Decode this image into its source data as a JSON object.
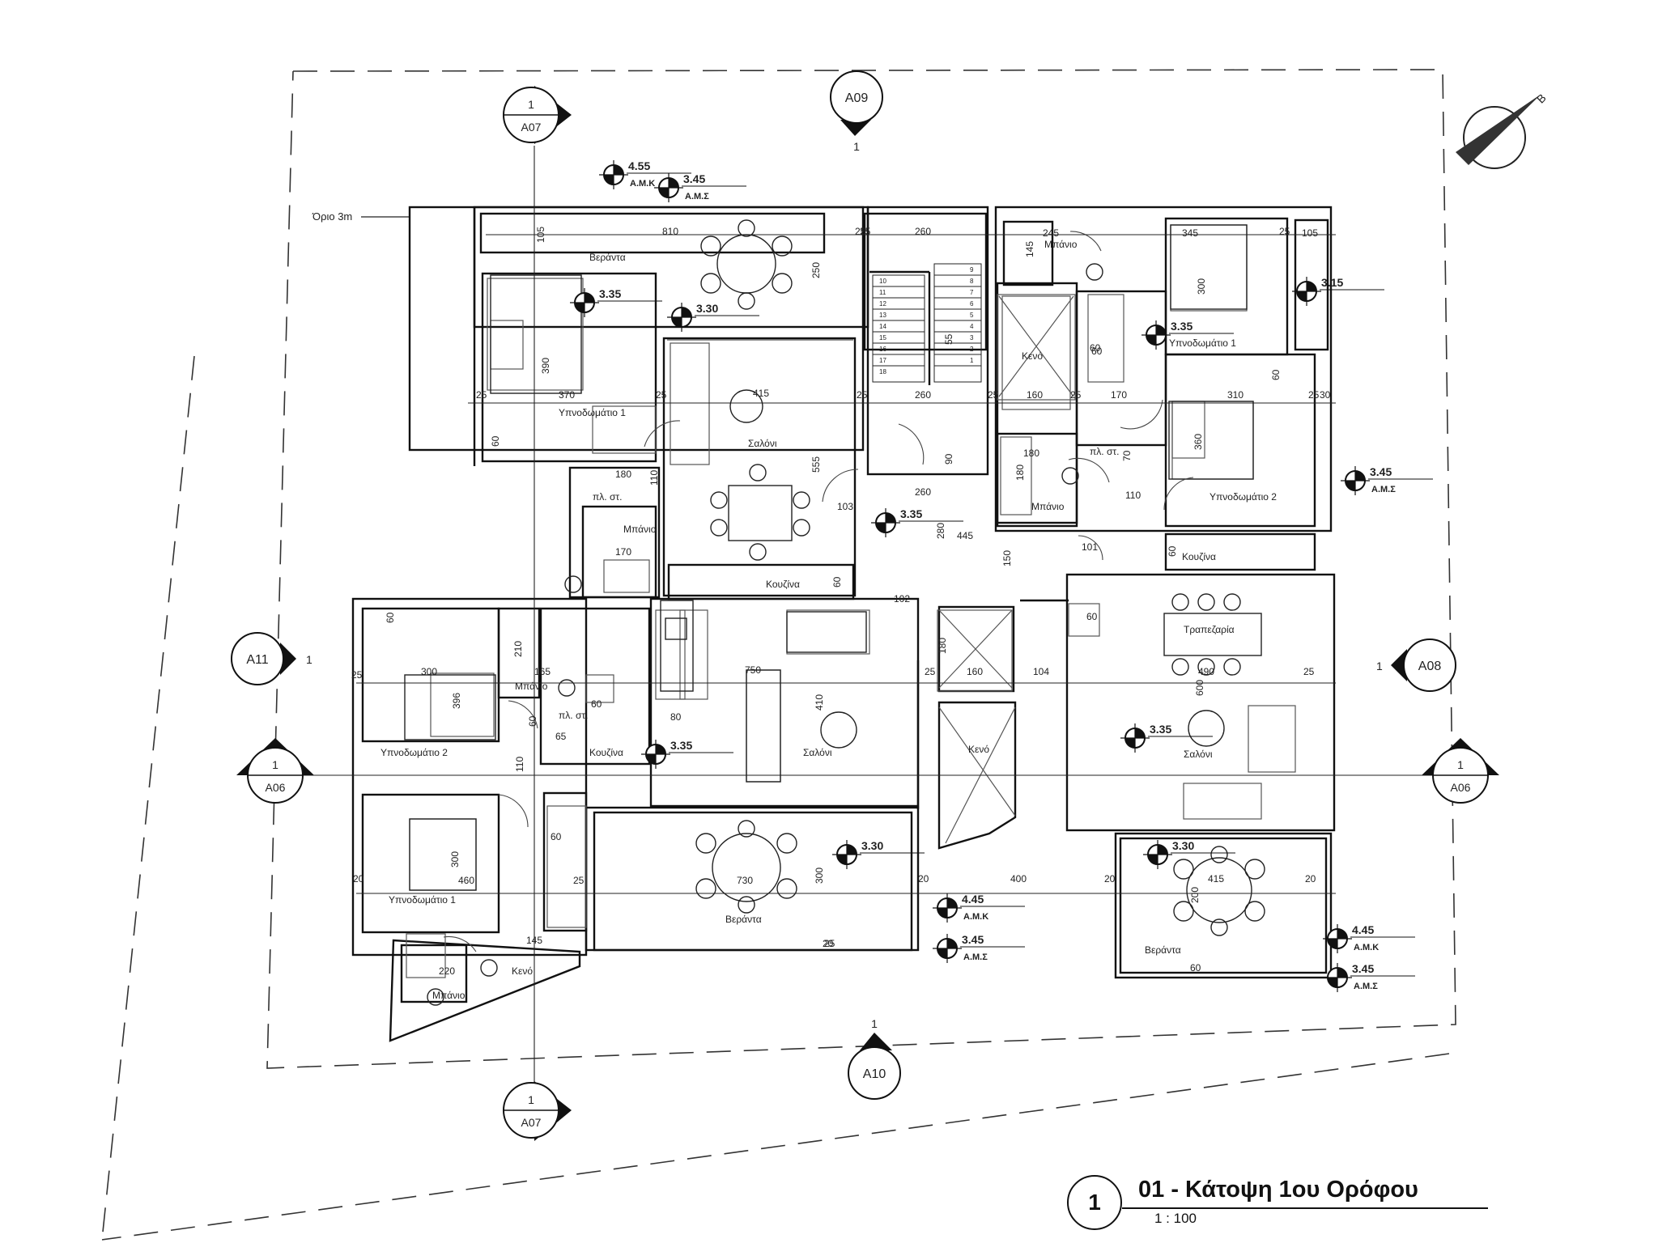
{
  "drawing": {
    "title_number": "1",
    "title": "01 - Κάτοψη 1ου Ορόφου",
    "scale": "1 : 100",
    "boundary_label": "Όριο 3m",
    "north_letter": "B"
  },
  "section_markers": [
    {
      "num": "1",
      "sheet": "A07"
    },
    {
      "num": "1",
      "sheet": "A07"
    },
    {
      "num": "1",
      "sheet": "A06"
    },
    {
      "num": "1",
      "sheet": "A06"
    }
  ],
  "elevation_markers": [
    {
      "sheet": "A09",
      "num": "1"
    },
    {
      "sheet": "A10",
      "num": "1"
    },
    {
      "sheet": "A11",
      "num": "1"
    },
    {
      "sheet": "A08",
      "num": "1"
    }
  ],
  "levels": [
    {
      "value": "4.55",
      "tag": "Α.Μ.Κ"
    },
    {
      "value": "3.45",
      "tag": "Α.Μ.Σ"
    },
    {
      "value": "3.35",
      "tag": ""
    },
    {
      "value": "3.30",
      "tag": ""
    },
    {
      "value": "3.15",
      "tag": ""
    },
    {
      "value": "3.35",
      "tag": ""
    },
    {
      "value": "3.45",
      "tag": "Α.Μ.Σ"
    },
    {
      "value": "3.35",
      "tag": ""
    },
    {
      "value": "3.35",
      "tag": ""
    },
    {
      "value": "3.35",
      "tag": ""
    },
    {
      "value": "3.30",
      "tag": ""
    },
    {
      "value": "3.30",
      "tag": ""
    },
    {
      "value": "4.45",
      "tag": "Α.Μ.Κ"
    },
    {
      "value": "3.45",
      "tag": "Α.Μ.Σ"
    },
    {
      "value": "4.45",
      "tag": "Α.Μ.Κ"
    },
    {
      "value": "3.45",
      "tag": "Α.Μ.Σ"
    }
  ],
  "rooms": [
    "Βεράντα",
    "Υπνοδωμάτιο 1",
    "Σαλόνι",
    "Μπάνιο",
    "Κουζίνα",
    "πλ. στ.",
    "Μπάνιο",
    "Υπνοδωμάτιο 1",
    "Κενό",
    "Μπάνιο",
    "πλ. στ.",
    "Υπνοδωμάτιο 2",
    "Κουζίνα",
    "Τραπεζαρία",
    "Σαλόνι",
    "Υπνοδωμάτιο 2",
    "Μπάνιο",
    "πλ. στ.",
    "Κουζίνα",
    "Σαλόνι",
    "Βεράντα",
    "Κενό",
    "Υπνοδωμάτιο 1",
    "Μπάνιο",
    "Κενό",
    "Βεράντα"
  ],
  "dimensions": [
    "810",
    "105",
    "25",
    "250",
    "25",
    "260",
    "245",
    "345",
    "25",
    "105",
    "145",
    "390",
    "300",
    "370",
    "25",
    "25",
    "415",
    "25",
    "260",
    "25",
    "160",
    "25",
    "170",
    "310",
    "25",
    "30",
    "60",
    "60",
    "60",
    "110",
    "180",
    "180",
    "70",
    "360",
    "60",
    "180",
    "170",
    "103",
    "260",
    "110",
    "280",
    "445",
    "101",
    "150",
    "55",
    "555",
    "90",
    "60",
    "60",
    "102",
    "60",
    "60",
    "300",
    "210",
    "396",
    "165",
    "60",
    "25",
    "750",
    "160",
    "104",
    "490",
    "25",
    "180",
    "25",
    "60",
    "80",
    "65",
    "410",
    "600",
    "110",
    "60",
    "300",
    "460",
    "25",
    "730",
    "300",
    "400",
    "20",
    "20",
    "415",
    "20",
    "20",
    "220",
    "145",
    "25",
    "200",
    "60",
    "20"
  ],
  "stair_numbers": [
    "10",
    "11",
    "12",
    "13",
    "14",
    "15",
    "16",
    "17",
    "18",
    "9",
    "8",
    "7",
    "6",
    "5",
    "4",
    "3",
    "2",
    "1"
  ]
}
